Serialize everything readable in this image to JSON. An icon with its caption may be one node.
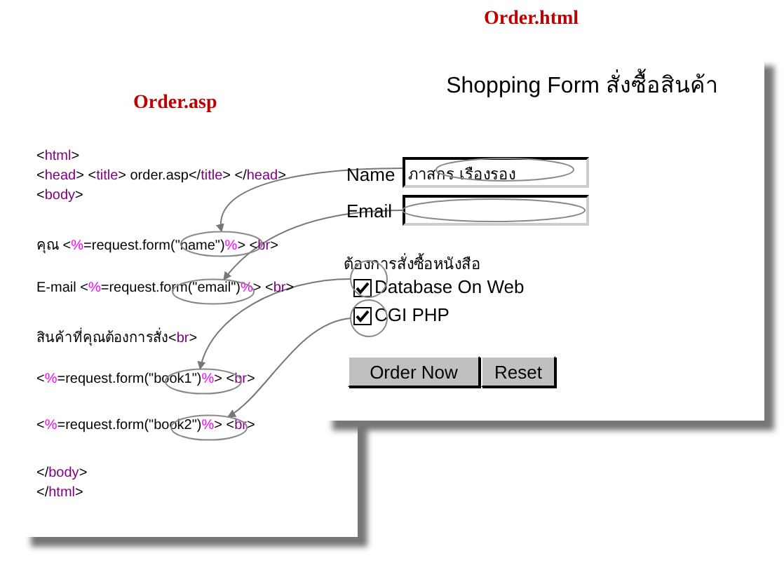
{
  "diagram": {
    "nodes": [
      {
        "text": [
          "Order.asp"
        ]
      },
      {
        "text": [
          "Order.html",
          "Shopping Form สั่งซื้อสินค้า"
        ]
      },
      {
        "text": [],
        "shape": "ellipse",
        "in": 1
      },
      {
        "text": [],
        "shape": "ellipse",
        "in": 1
      },
      {
        "text": [],
        "shape": "circle",
        "in": 1
      },
      {
        "text": [],
        "shape": "circle",
        "in": 1
      },
      {
        "text": [],
        "shape": "ellipse",
        "in": 0
      },
      {
        "text": [],
        "shape": "ellipse",
        "in": 0
      },
      {
        "text": [],
        "shape": "ellipse",
        "in": 0
      },
      {
        "text": [],
        "shape": "ellipse",
        "in": 0
      }
    ],
    "edges": [
      {
        "from": 2,
        "to": 6,
        "arrow": "to"
      },
      {
        "from": 3,
        "to": 7,
        "arrow": "to"
      },
      {
        "from": 4,
        "to": 8,
        "arrow": "to"
      },
      {
        "from": 5,
        "to": 9,
        "arrow": "to"
      }
    ],
    "labels": [
      "<html>",
      "<head> <title> order.asp</title> </head>",
      "<body>",
      "คุณ <%=request.form(\"name\")%> <br>",
      "E-mail <%=request.form(\"email\")%> <br>",
      "สินค้าที่คุณต้องการสั่ง<br>",
      "<%=request.form(\"book1\")%> <br>",
      "<%=request.form(\"book2\")%> <br>",
      "</body>",
      "</html>",
      "Name",
      "ภาสกร เรืองรอง",
      "Email",
      "ต้องการสั่งซื้อหนังสือ",
      "Database On Web",
      "CGI PHP",
      "Order Now",
      "Reset"
    ]
  }
}
